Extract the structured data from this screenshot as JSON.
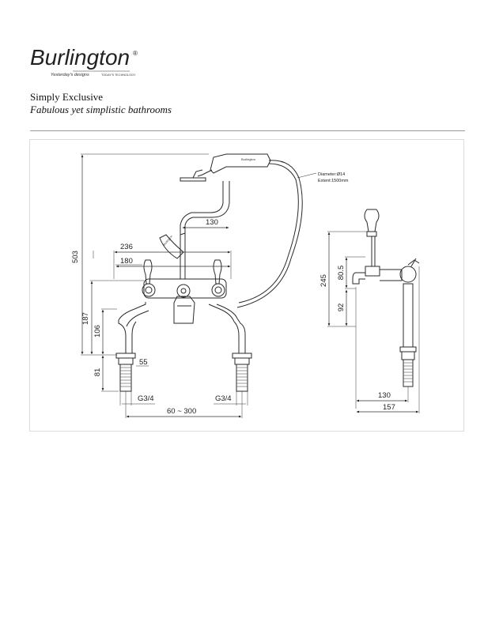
{
  "brand": {
    "name": "Burlington",
    "registered_mark": "®",
    "tagline_left": "Yesterday's designs",
    "tagline_right": "TODAY'S TECHNOLOGY"
  },
  "page": {
    "heading": "Simply Exclusive",
    "subheading": "Fabulous yet simplistic bathrooms"
  },
  "drawing": {
    "hose_note": {
      "diameter": "Diameter:Ø14",
      "extent": "Extent:1500mm"
    },
    "handset_logo_text": "Burlington",
    "lever_logo_text": "Burlington",
    "front_view": {
      "dimensions": {
        "overall_height": "503",
        "handset_offset": "130",
        "width_236": "236",
        "width_180": "180",
        "height_187": "187",
        "height_106": "106",
        "height_81": "81",
        "tail_55": "55",
        "thread_left": "G3/4",
        "thread_right": "G3/4",
        "centres": "60 ~ 300"
      }
    },
    "side_view": {
      "dimensions": {
        "height_245": "245",
        "height_80_5": "80.5",
        "height_92": "92",
        "depth_130": "130",
        "depth_157": "157"
      }
    }
  }
}
